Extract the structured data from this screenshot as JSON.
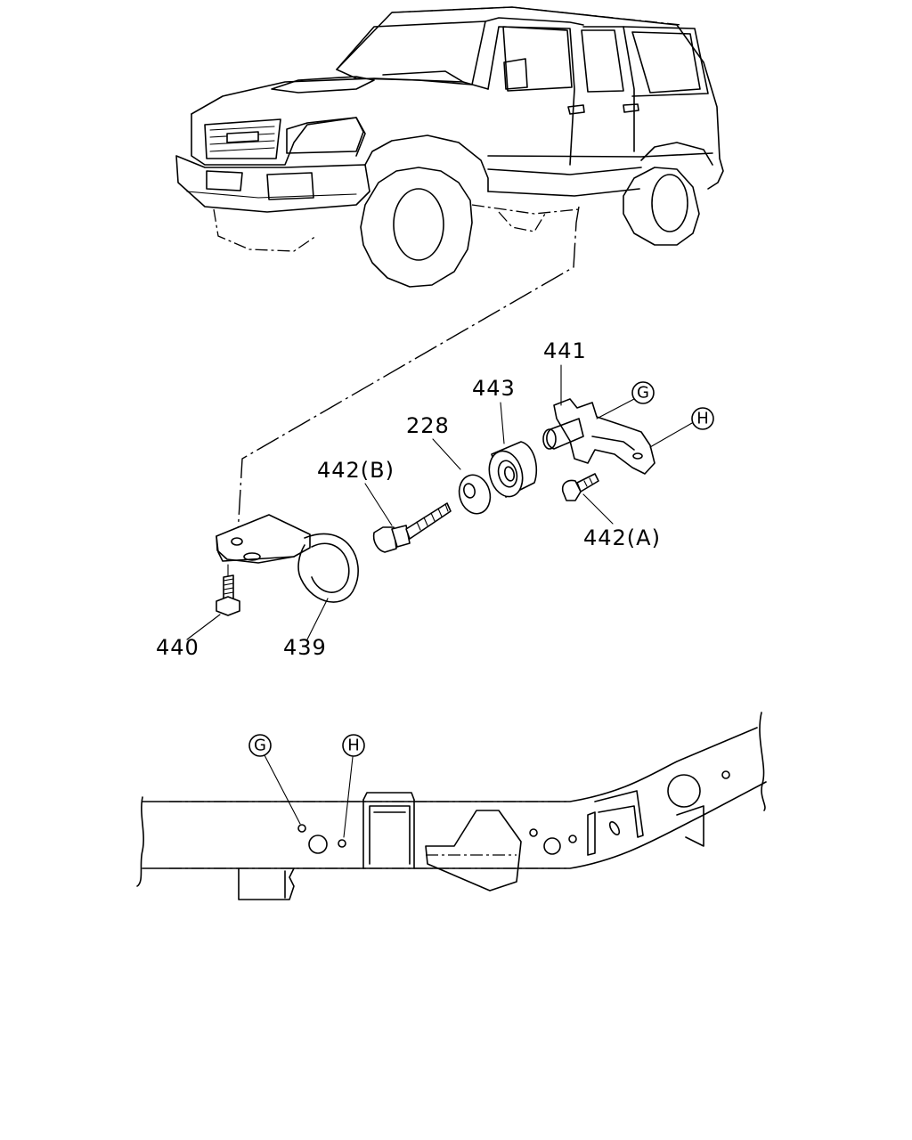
{
  "callouts": {
    "p441": "441",
    "p443": "443",
    "p228": "228",
    "p442b": "442(B)",
    "p442a": "442(A)",
    "p440": "440",
    "p439": "439"
  },
  "refs": {
    "g": "G",
    "h": "H"
  }
}
